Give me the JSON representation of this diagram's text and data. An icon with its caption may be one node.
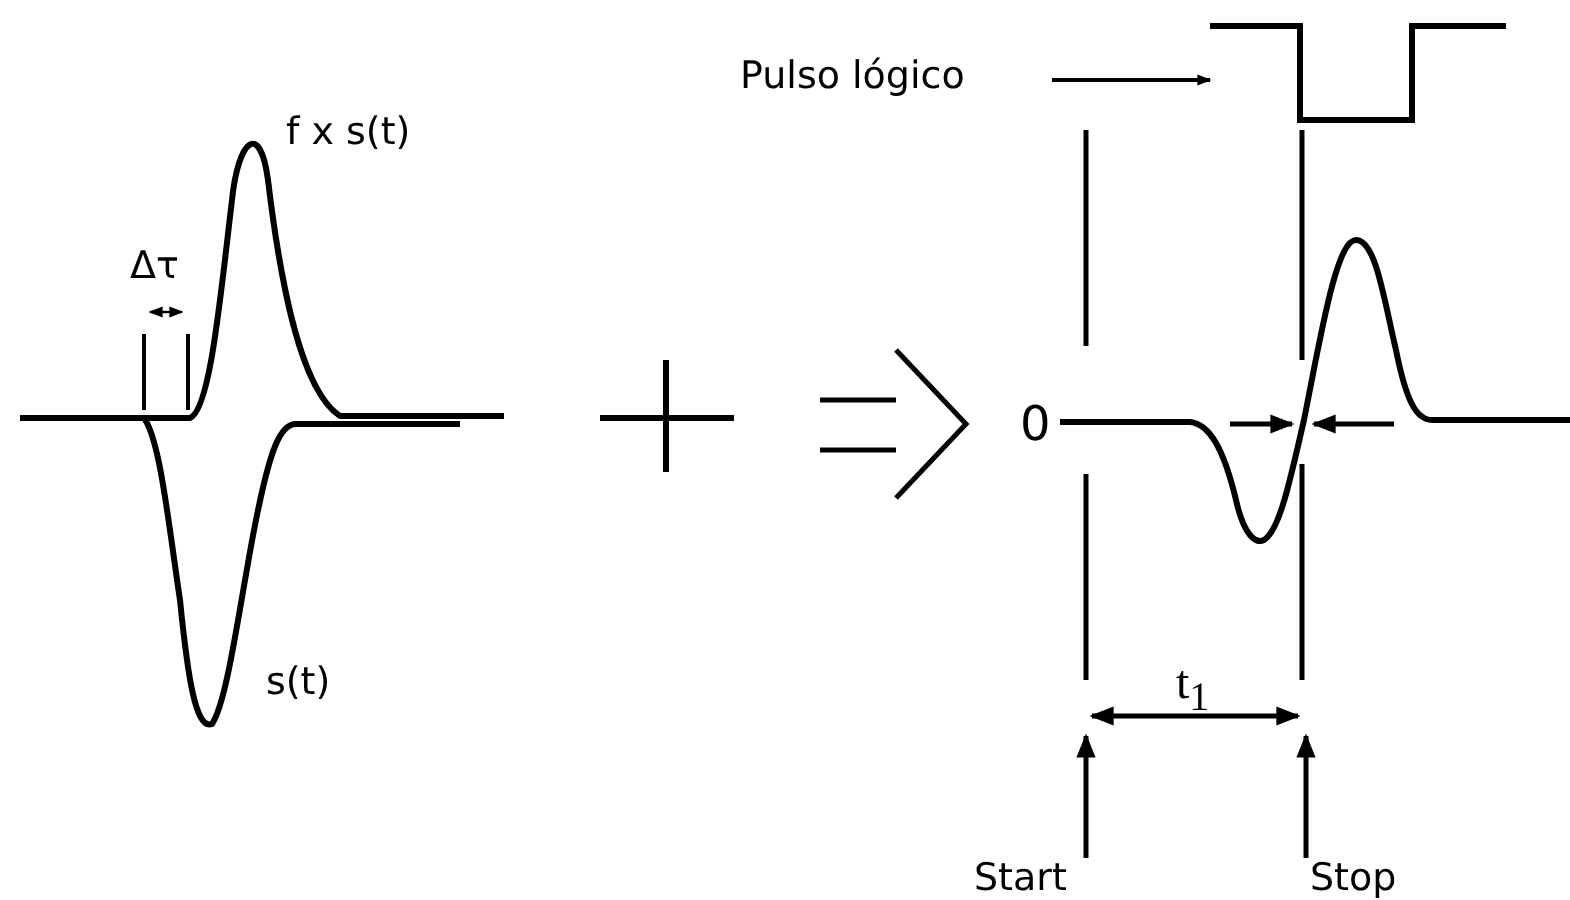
{
  "diagram": {
    "nodes": [
      {
        "text": [
          "Pulso lógico"
        ]
      },
      {
        "text": [],
        "shape": "picture"
      },
      {
        "text": [
          "Start"
        ]
      },
      {
        "text": [
          "Stop"
        ]
      }
    ],
    "edges": [
      {
        "from": 0,
        "to": 1,
        "arrow": "to"
      },
      {
        "from": 2,
        "to": null,
        "arrow": "to"
      },
      {
        "from": 3,
        "to": null,
        "arrow": "to"
      }
    ],
    "labels": [
      "f x s(t)",
      "Δτ",
      "s(t)",
      "0",
      "t$_{1}$"
    ]
  }
}
